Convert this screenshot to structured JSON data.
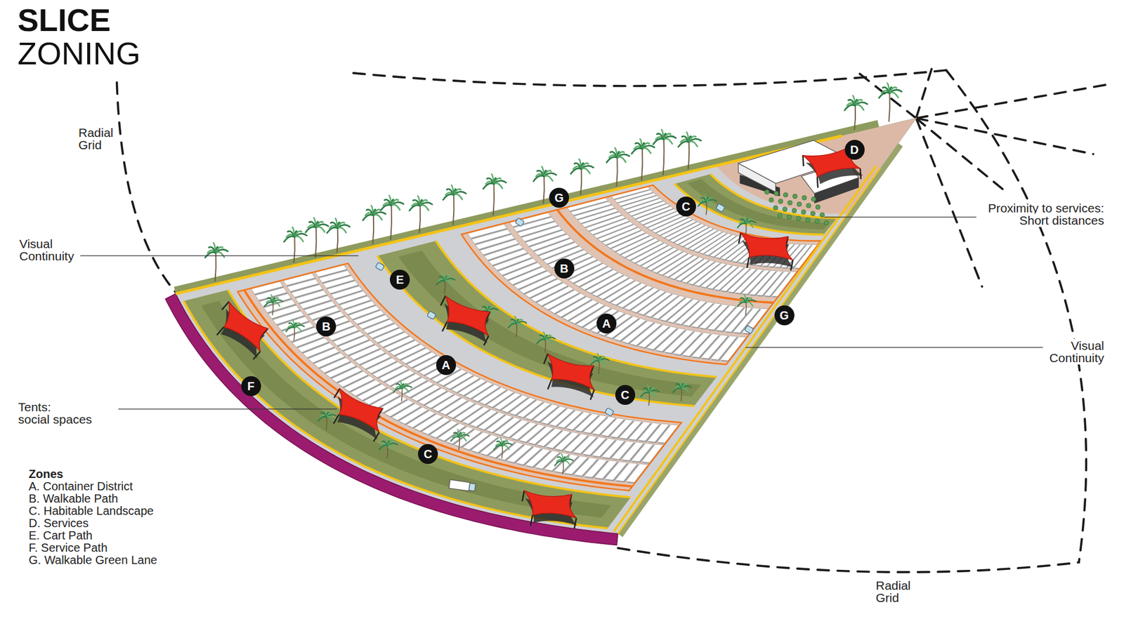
{
  "diagram": {
    "title": "SLICE ZONING",
    "nodes": [
      {
        "text": [
          "D"
        ]
      },
      {
        "text": [
          "G"
        ]
      },
      {
        "text": [
          "C"
        ]
      },
      {
        "text": [
          "B"
        ]
      },
      {
        "text": [
          "E"
        ]
      },
      {
        "text": [
          "G"
        ]
      },
      {
        "text": [
          "A"
        ]
      },
      {
        "text": [
          "B"
        ]
      },
      {
        "text": [
          "A"
        ]
      },
      {
        "text": [
          "F"
        ]
      },
      {
        "text": [
          "C"
        ]
      },
      {
        "text": [
          "C"
        ]
      }
    ],
    "labels": [
      "Radial Grid",
      "Proximity to services: Short distances",
      "Visual Continuity",
      "Visual Continuity",
      "Tents: social spaces",
      "Zones",
      "Radial Grid"
    ],
    "legend": [
      {
        "text": "A. Container District"
      },
      {
        "text": "B. Walkable Path"
      },
      {
        "text": "C. Habitable Landscape"
      },
      {
        "text": "D. Services"
      },
      {
        "text": "E. Cart Path"
      },
      {
        "text": "F. Service Path"
      },
      {
        "text": "G. Walkable Green Lane"
      }
    ]
  }
}
